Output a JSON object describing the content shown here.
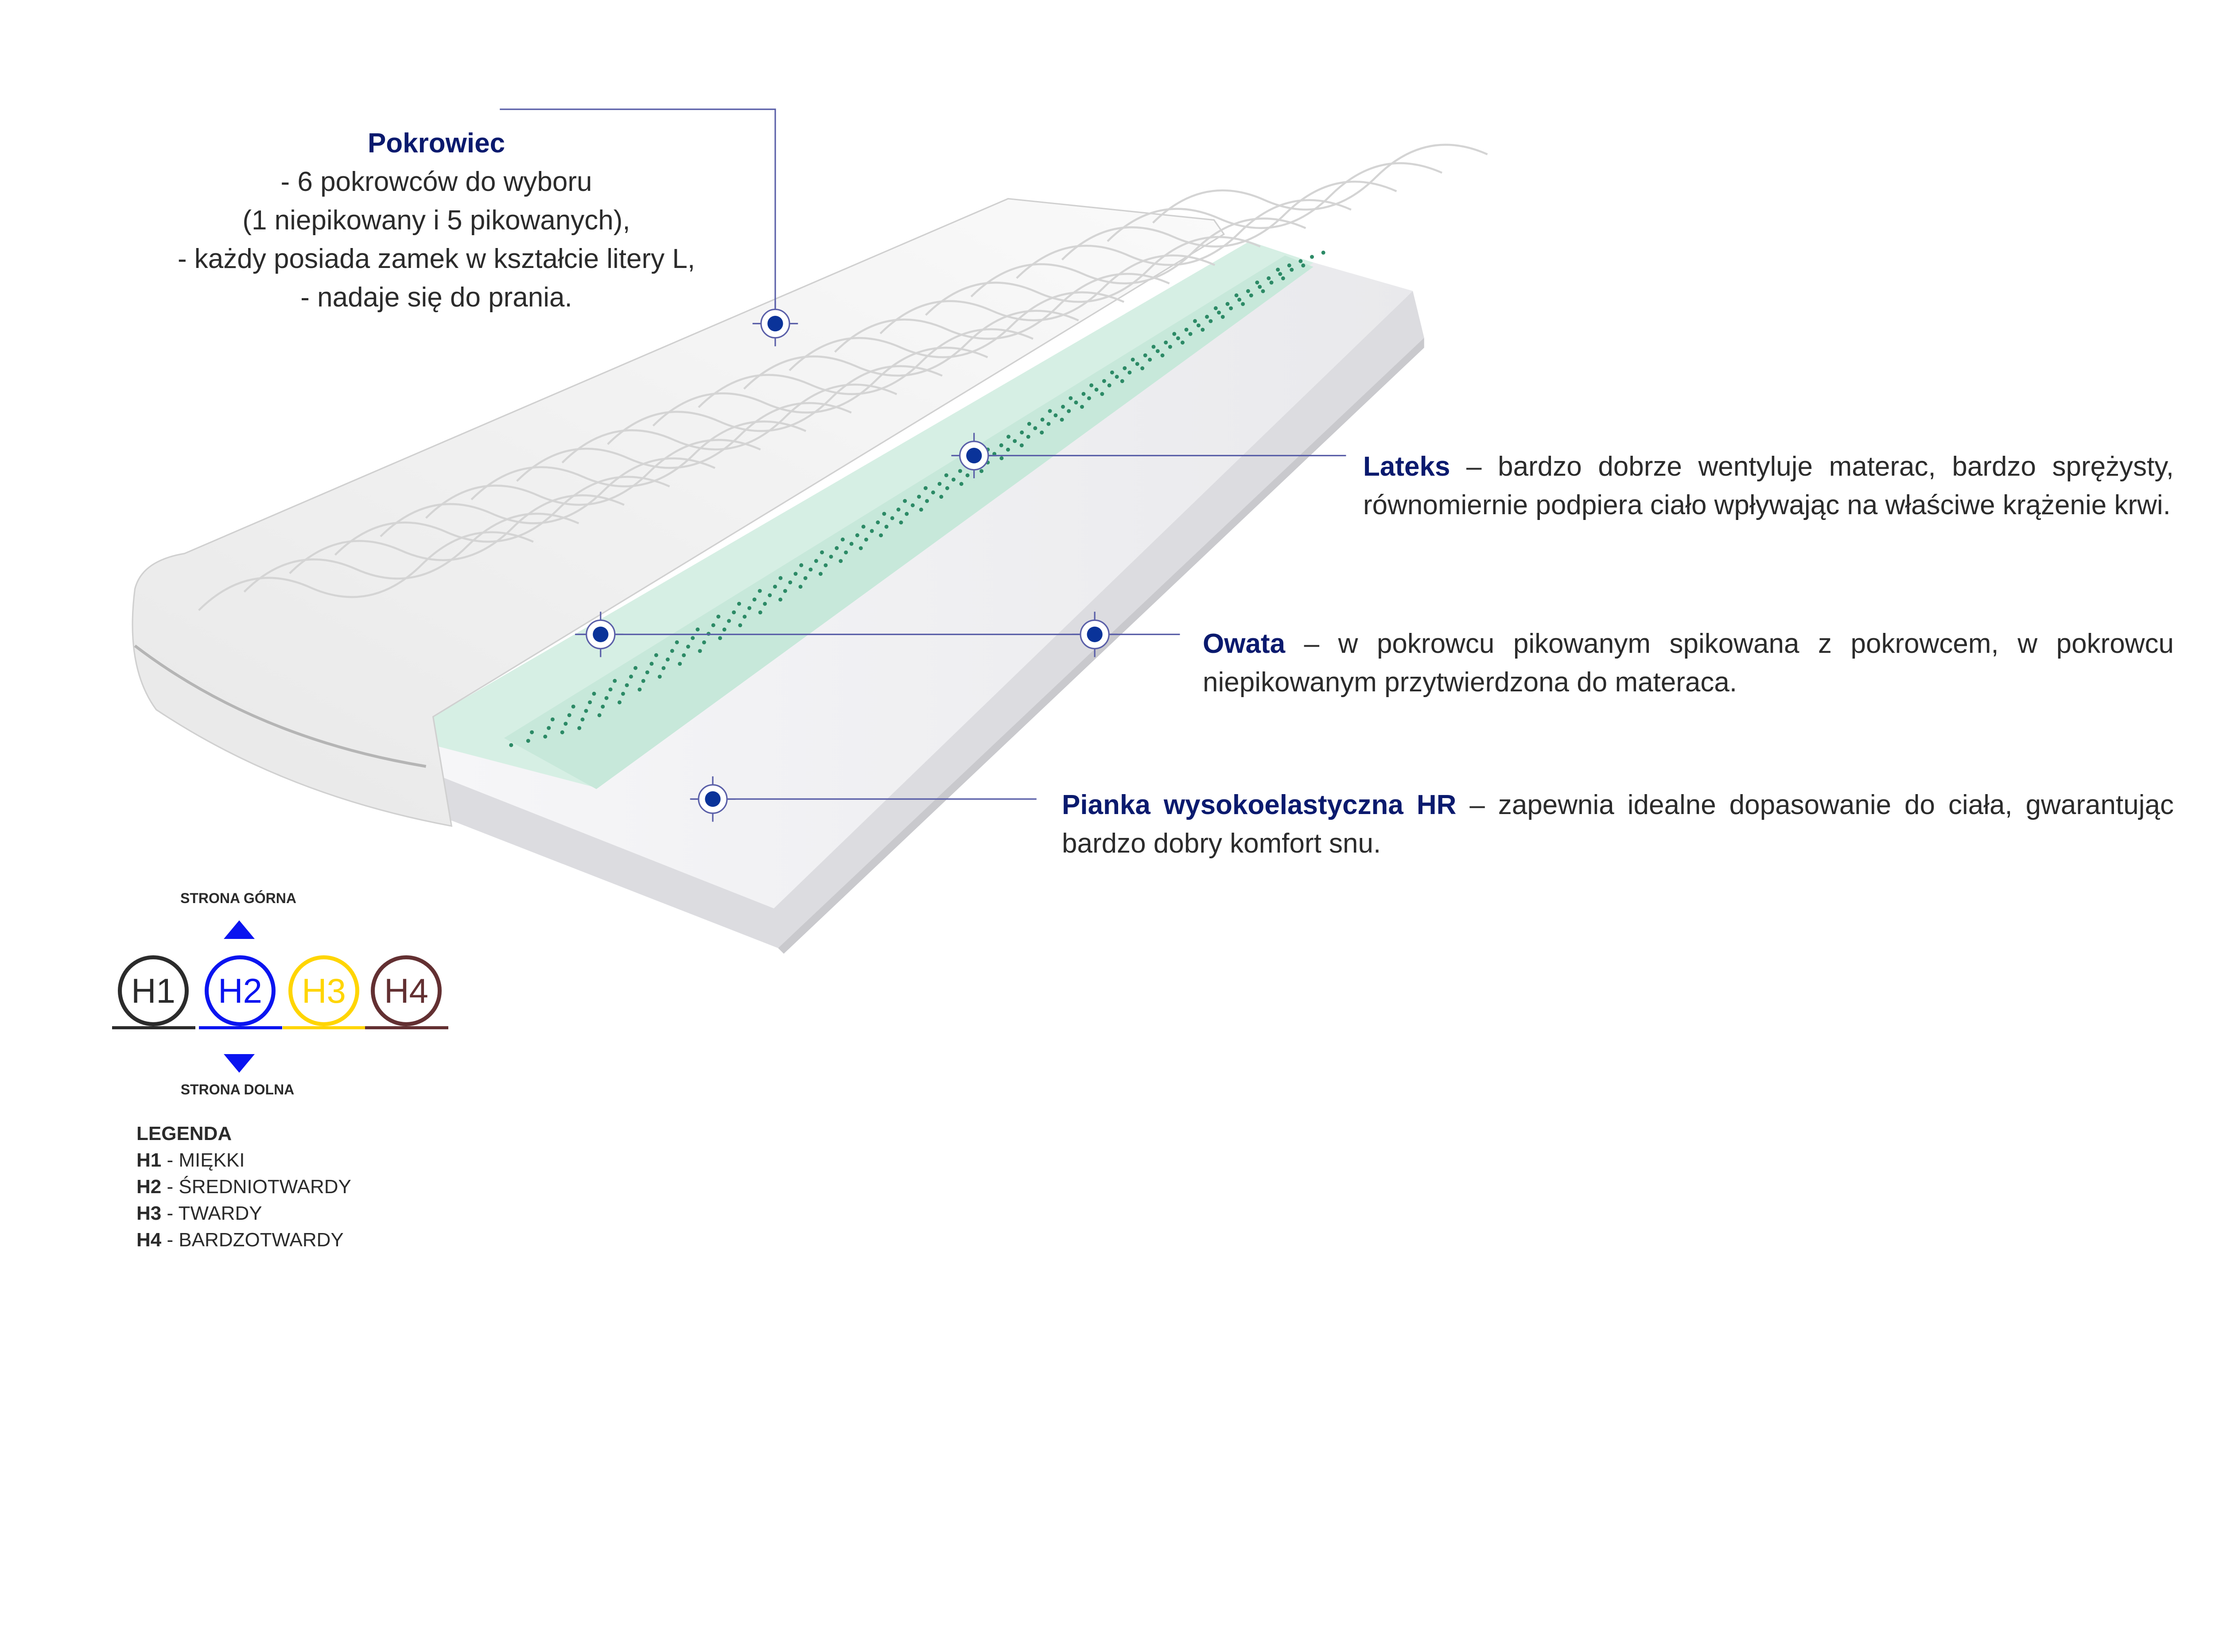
{
  "pokrowiec": {
    "title": "Pokrowiec",
    "lines": [
      "- 6 pokrowców do wyboru",
      "(1 niepikowany i 5 pikowanych),",
      "-  każdy posiada zamek w kształcie litery L,",
      "- nadaje się do prania."
    ]
  },
  "lateks": {
    "title": "Lateks",
    "text": " – bardzo dobrze wentyluje materac, bardzo sprężysty, równomiernie podpiera ciało wpływając na właściwe krążenie krwi."
  },
  "owata": {
    "title": "Owata",
    "text": " – w pokrowcu pikowanym spikowana z pokrowcem, w pokrowcu niepikowanym przytwierdzona do materaca."
  },
  "pianka": {
    "title": "Pianka wysokoelastyczna HR",
    "text": " – zapewnia idealne dopasowanie do ciała, gwarantując bardzo dobry komfort snu."
  },
  "hardness": {
    "top_label": "STRONA GÓRNA",
    "bottom_label": "STRONA DOLNA",
    "items": [
      {
        "code": "H1",
        "color": "#2b2b2b"
      },
      {
        "code": "H2",
        "color": "#0a14f0"
      },
      {
        "code": "H3",
        "color": "#ffd500"
      },
      {
        "code": "H4",
        "color": "#633032"
      }
    ],
    "selected": "H2"
  },
  "legend": {
    "title": "LEGENDA",
    "rows": [
      {
        "code": "H1",
        "sep": " - ",
        "desc": "MIĘKKI"
      },
      {
        "code": "H2",
        "sep": " - ",
        "desc": "ŚREDNIOTWARDY"
      },
      {
        "code": "H3",
        "sep": " - ",
        "desc": "TWARDY"
      },
      {
        "code": "H4",
        "sep": " - ",
        "desc": "BARDZOTWARDY"
      }
    ]
  },
  "colors": {
    "accent": "#0a1a6e",
    "marker": "#0a3399",
    "latex": "#d6efe4"
  }
}
